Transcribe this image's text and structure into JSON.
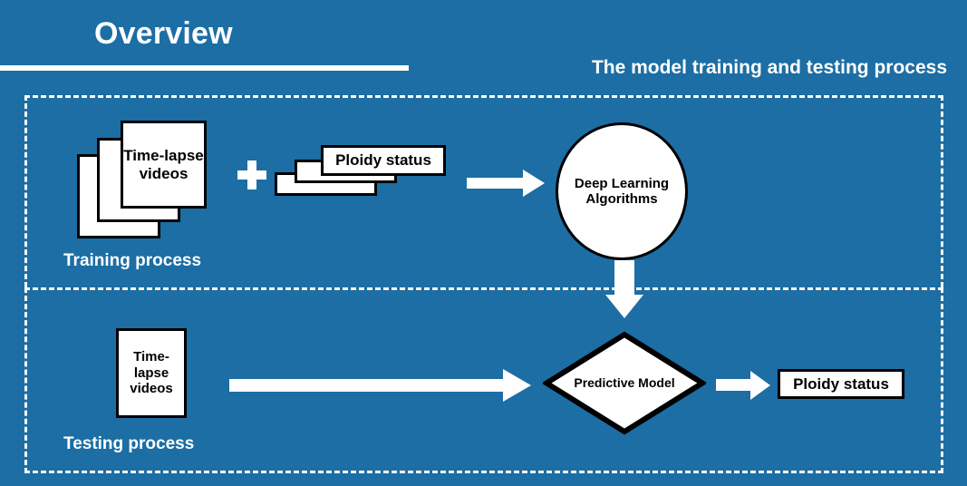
{
  "slide": {
    "title": "Overview",
    "subtitle": "The model training and testing process",
    "background_color": "#1C6EA4",
    "node_fill_color": "#FFFFFF",
    "node_border_color": "#000000",
    "accent_color": "#FFFFFF"
  },
  "sections": {
    "training": {
      "caption": "Training process",
      "video_stack": {
        "label": "Time-lapse videos",
        "count": 3
      },
      "ploidy_stack": {
        "label": "Ploidy status",
        "count": 3
      },
      "operator": "+",
      "arrow": "arrow-right",
      "model": {
        "label": "Deep Learning Algorithms",
        "shape": "ellipse"
      }
    },
    "transition": {
      "arrow": "arrow-down"
    },
    "testing": {
      "caption": "Testing process",
      "video_card": {
        "label": "Time-lapse videos"
      },
      "arrow_in": "arrow-right",
      "predictor": {
        "label": "Predictive Model",
        "shape": "diamond"
      },
      "arrow_out": "arrow-right",
      "output": {
        "label": "Ploidy status",
        "shape": "rectangle"
      }
    }
  }
}
